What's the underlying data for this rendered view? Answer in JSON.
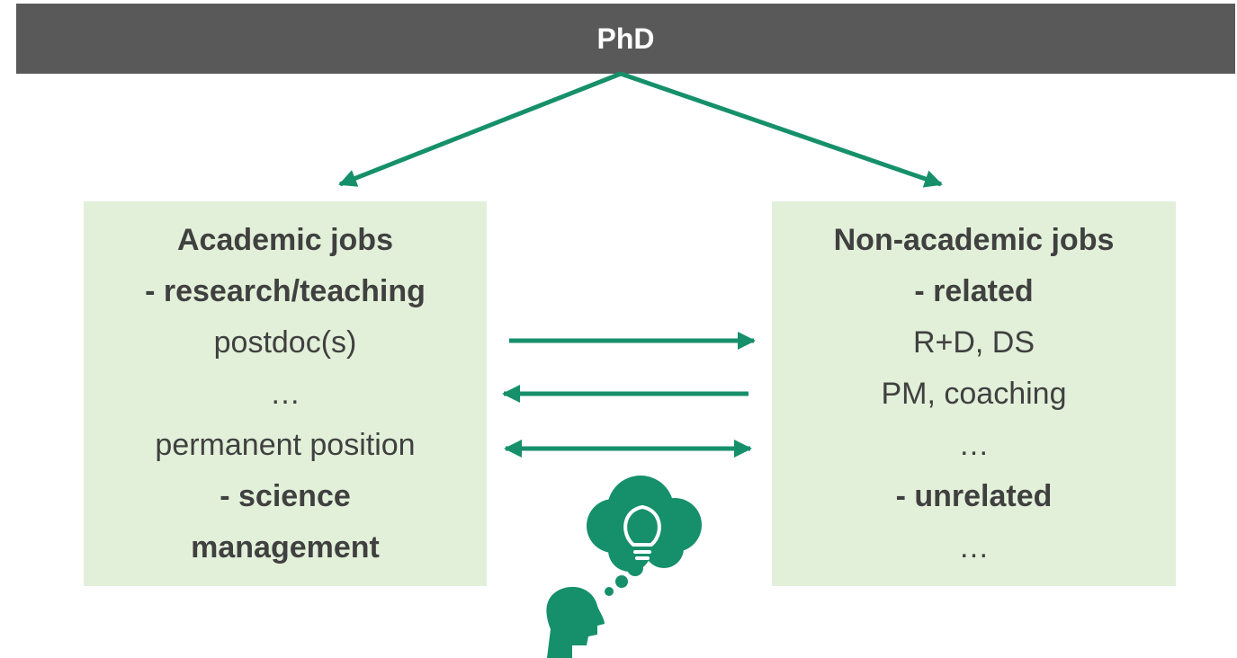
{
  "root": {
    "label": "PhD"
  },
  "colors": {
    "header_bg": "#595959",
    "box_bg": "#e2f0d9",
    "arrow": "#16906a",
    "text": "#404040"
  },
  "left_box": {
    "lines": [
      {
        "text": "Academic jobs",
        "bold": true
      },
      {
        "text": "- research/teaching",
        "bold": true
      },
      {
        "text": "postdoc(s)",
        "bold": false
      },
      {
        "text": "…",
        "bold": false
      },
      {
        "text": "permanent position",
        "bold": false
      },
      {
        "text": "- science",
        "bold": true
      },
      {
        "text": "management",
        "bold": true
      }
    ]
  },
  "right_box": {
    "lines": [
      {
        "text": "Non-academic jobs",
        "bold": true
      },
      {
        "text": "- related",
        "bold": true
      },
      {
        "text": "R+D, DS",
        "bold": false
      },
      {
        "text": "PM, coaching",
        "bold": false
      },
      {
        "text": "…",
        "bold": false
      },
      {
        "text": "- unrelated",
        "bold": true
      },
      {
        "text": "…",
        "bold": false
      }
    ]
  },
  "middle_arrows": [
    "right",
    "left",
    "both"
  ],
  "icons": [
    "thinking-head-icon",
    "lightbulb-cloud-icon"
  ]
}
